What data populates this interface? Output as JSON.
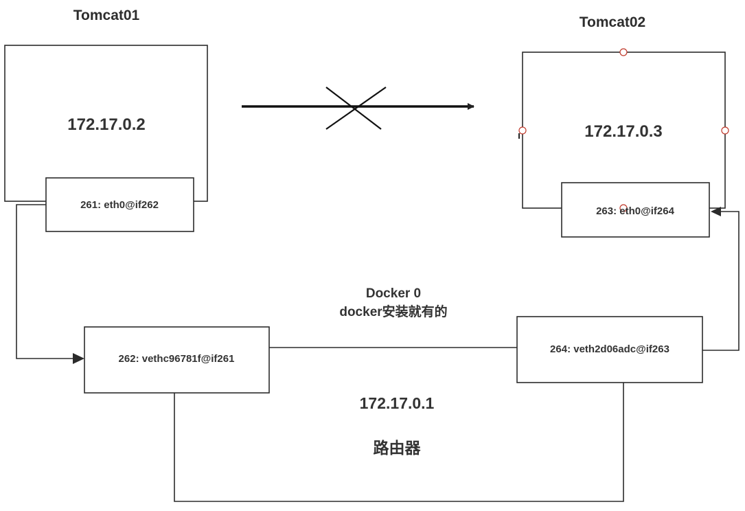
{
  "containers": [
    {
      "name": "Tomcat01",
      "ip": "172.17.0.2",
      "interface": "261: eth0@if262"
    },
    {
      "name": "Tomcat02",
      "ip": "172.17.0.3",
      "interface": "263: eth0@if264"
    }
  ],
  "bridge": {
    "name": "Docker 0",
    "note": "docker安装就有的",
    "ip": "172.17.0.1",
    "role": "路由器",
    "veth_left": "262: vethc96781f@if261",
    "veth_right": "264: veth2d06adc@if263"
  }
}
